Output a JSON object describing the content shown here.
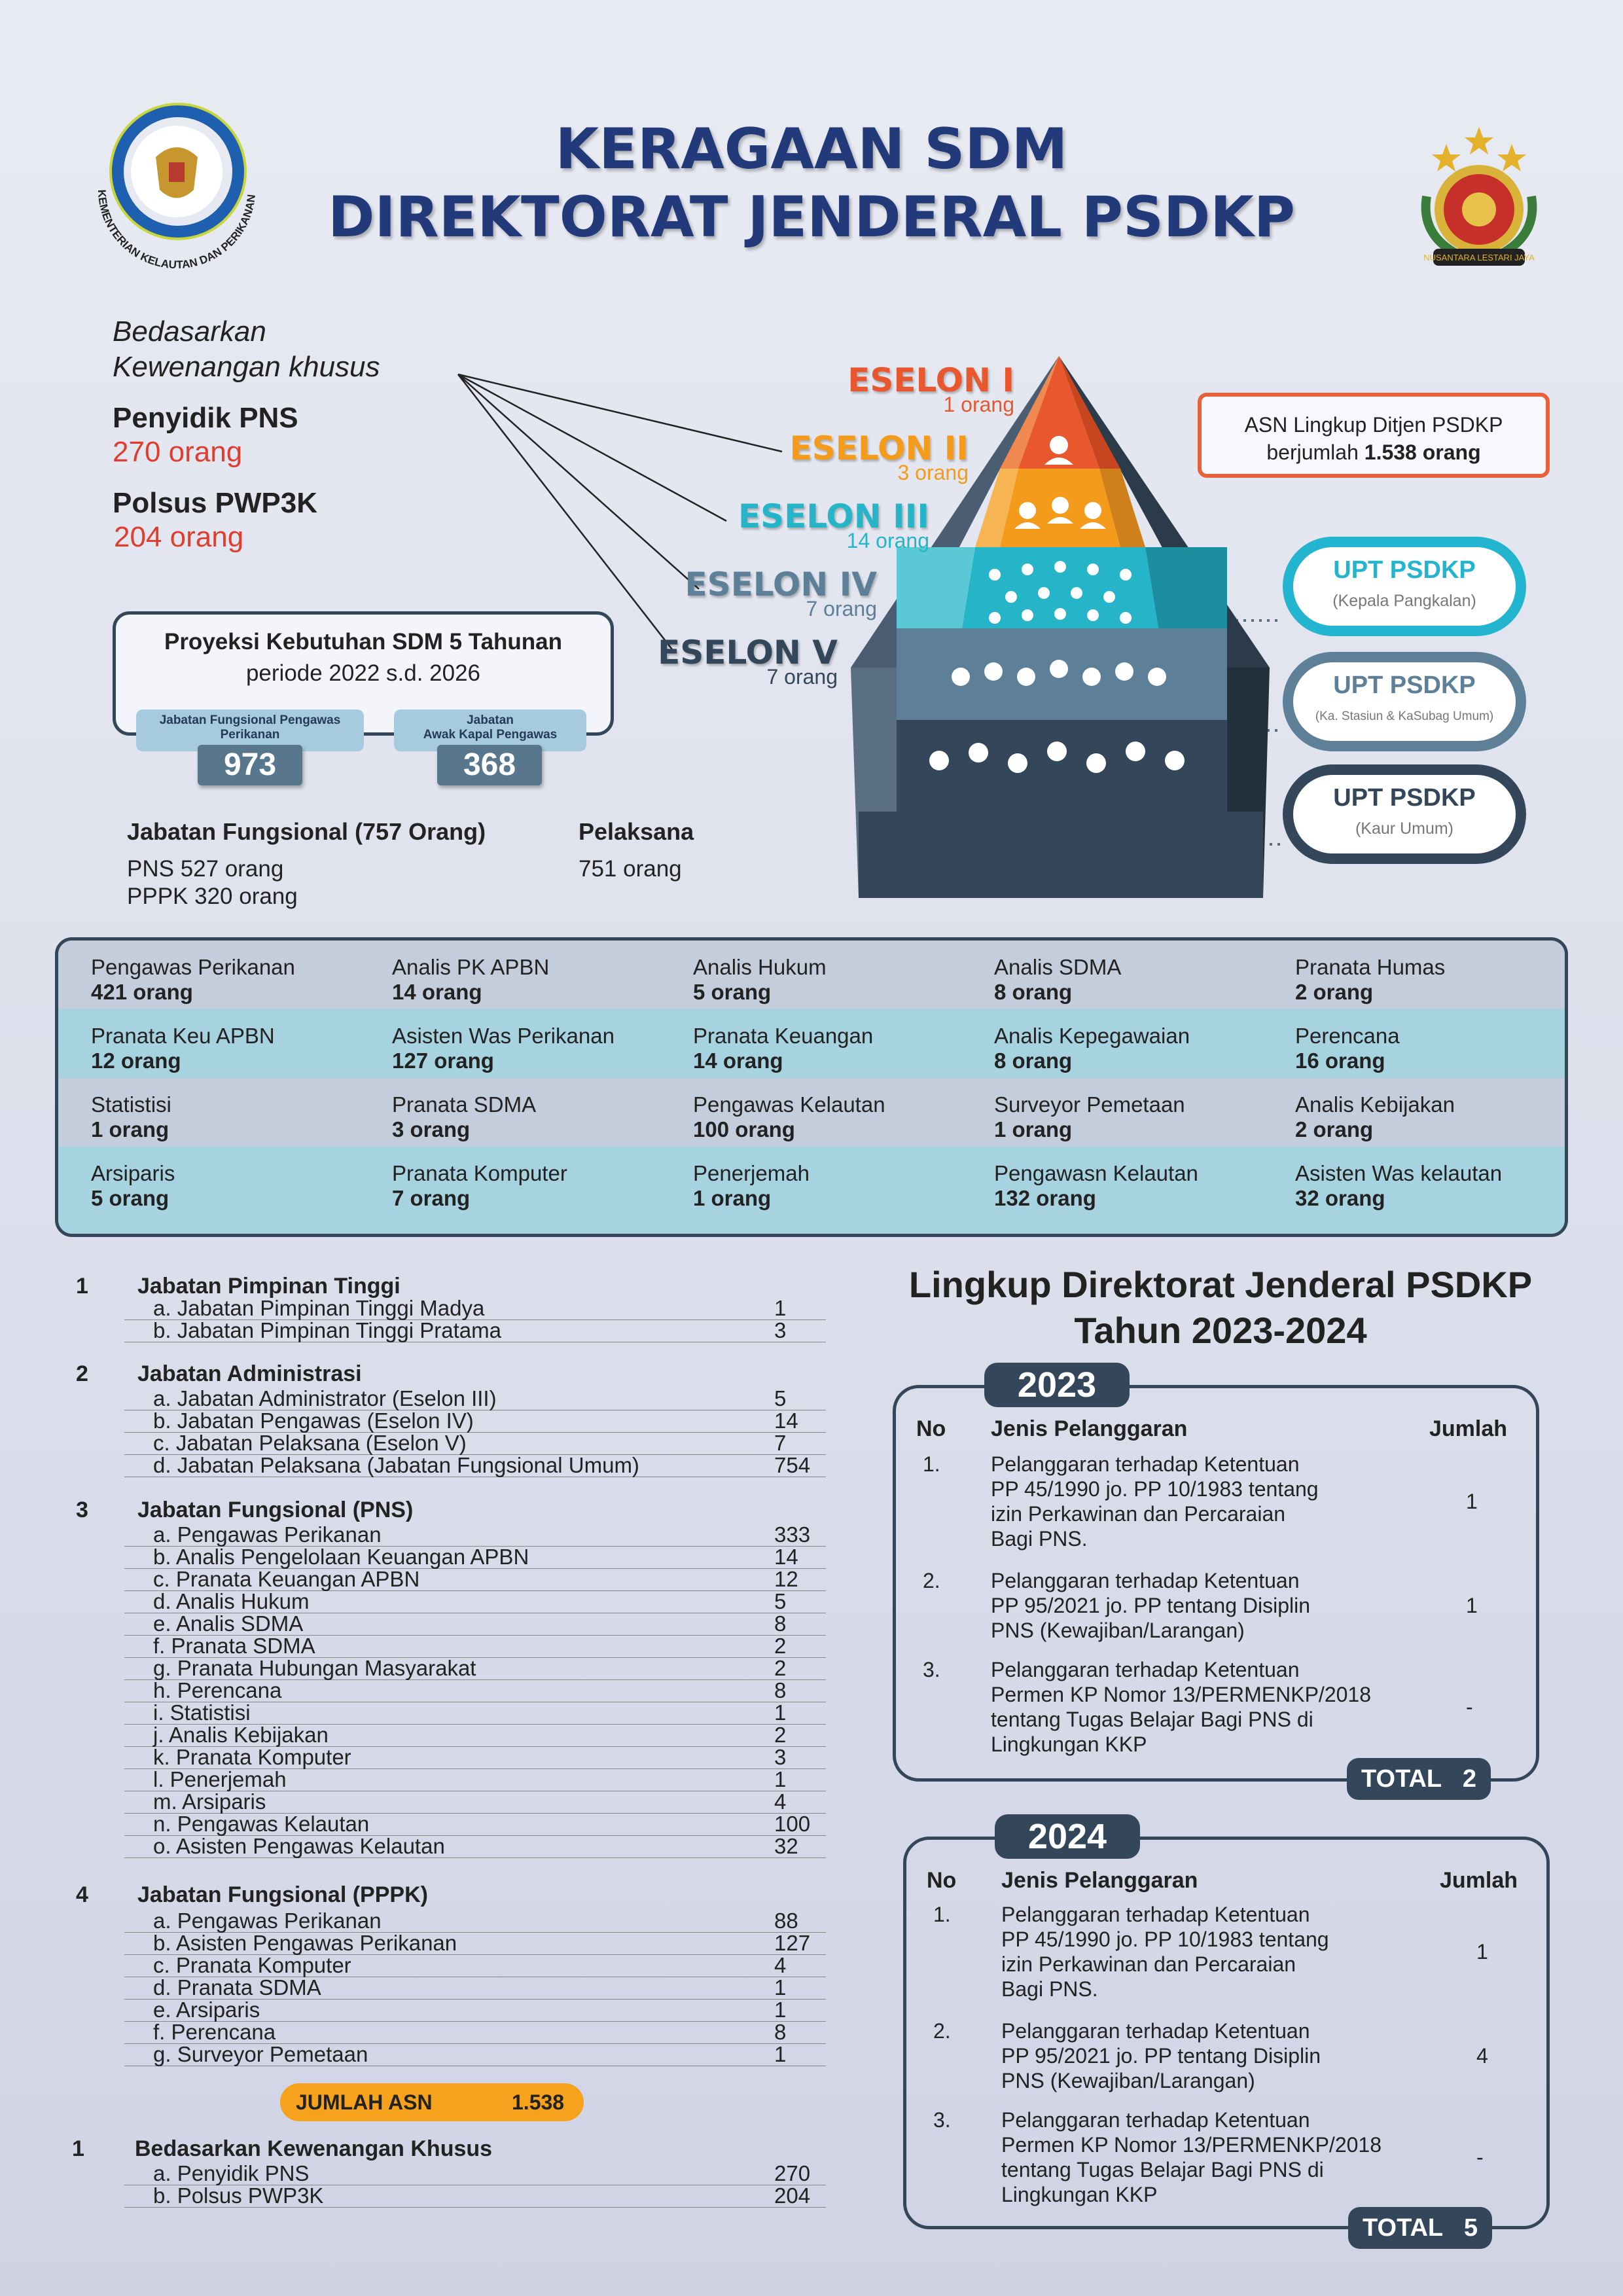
{
  "header": {
    "title_line1": "KERAGAAN SDM",
    "title_line2": "DIREKTORAT JENDERAL PSDKP",
    "kkp_logo_text": "KEMENTERIAN KELAUTAN DAN PERIKANAN",
    "psdkp_logo_text": "NUSANTARA LESTARI JAYA"
  },
  "special": {
    "lead1": "Bedasarkan",
    "lead2": "Kewenangan khusus",
    "penyidik_label": "Penyidik PNS",
    "penyidik_value": "270 orang",
    "polsus_label": "Polsus PWP3K",
    "polsus_value": "204 orang"
  },
  "projection": {
    "title": "Proyeksi Kebutuhan SDM 5 Tahunan",
    "subtitle": "periode 2022 s.d. 2026",
    "item1_label": "Jabatan Fungsional Pengawas Perikanan",
    "item1_value": "973",
    "item2_label1": "Jabatan",
    "item2_label2": "Awak Kapal Pengawas",
    "item2_value": "368"
  },
  "summary": {
    "jf_title": "Jabatan Fungsional (757 Orang)",
    "jf_pns": "PNS 527 orang",
    "jf_pppk": "PPPK 320 orang",
    "pel_title": "Pelaksana",
    "pel_value": "751 orang"
  },
  "eselon": [
    {
      "name": "ESELON I",
      "count": "1 orang",
      "color": "#e8572e"
    },
    {
      "name": "ESELON II",
      "count": "3 orang",
      "color": "#f49b1c"
    },
    {
      "name": "ESELON III",
      "count": "14 orang",
      "color": "#25b4c8"
    },
    {
      "name": "ESELON IV",
      "count": "7 orang",
      "color": "#5e7f98"
    },
    {
      "name": "ESELON V",
      "count": "7 orang",
      "color": "#34475a"
    }
  ],
  "asn_box": {
    "line1": "ASN Lingkup Ditjen PSDKP",
    "line2_prefix": "berjumlah ",
    "line2_bold": "1.538 orang"
  },
  "upt": [
    {
      "title": "UPT PSDKP",
      "sub": "(Kepala Pangkalan)",
      "color": "#23b5cf"
    },
    {
      "title": "UPT PSDKP",
      "sub": "(Ka. Stasiun & KaSubag Umum)",
      "color": "#5e7f98"
    },
    {
      "title": "UPT PSDKP",
      "sub": "(Kaur Umum)",
      "color": "#34475a"
    }
  ],
  "jf_grid": [
    [
      {
        "n": "Pengawas Perikanan",
        "v": "421 orang"
      },
      {
        "n": "Analis PK APBN",
        "v": "14 orang"
      },
      {
        "n": "Analis Hukum",
        "v": "5 orang"
      },
      {
        "n": "Analis SDMA",
        "v": "8 orang"
      },
      {
        "n": "Pranata Humas",
        "v": "2 orang"
      }
    ],
    [
      {
        "n": "Pranata Keu APBN",
        "v": "12 orang"
      },
      {
        "n": "Asisten Was Perikanan",
        "v": "127 orang"
      },
      {
        "n": "Pranata Keuangan",
        "v": "14 orang"
      },
      {
        "n": "Analis Kepegawaian",
        "v": "8 orang"
      },
      {
        "n": "Perencana",
        "v": "16 orang"
      }
    ],
    [
      {
        "n": "Statistisi",
        "v": "1 orang"
      },
      {
        "n": "Pranata SDMA",
        "v": "3 orang"
      },
      {
        "n": "Pengawas Kelautan",
        "v": "100 orang"
      },
      {
        "n": "Surveyor Pemetaan",
        "v": "1 orang"
      },
      {
        "n": "Analis Kebijakan",
        "v": "2 orang"
      }
    ],
    [
      {
        "n": "Arsiparis",
        "v": "5 orang"
      },
      {
        "n": "Pranata Komputer",
        "v": "7 orang"
      },
      {
        "n": "Penerjemah",
        "v": "1 orang"
      },
      {
        "n": "Pengawasn Kelautan",
        "v": "132 orang"
      },
      {
        "n": "Asisten Was kelautan",
        "v": "32 orang"
      }
    ]
  ],
  "list": {
    "s1": {
      "no": "1",
      "title": "Jabatan Pimpinan Tinggi",
      "items": [
        [
          "a.  Jabatan Pimpinan Tinggi Madya",
          "1"
        ],
        [
          "b.  Jabatan Pimpinan Tinggi Pratama",
          "3"
        ]
      ]
    },
    "s2": {
      "no": "2",
      "title": "Jabatan Administrasi",
      "items": [
        [
          "a.  Jabatan Administrator (Eselon III)",
          "5"
        ],
        [
          "b.  Jabatan Pengawas (Eselon IV)",
          "14"
        ],
        [
          "c.  Jabatan Pelaksana (Eselon V)",
          "7"
        ],
        [
          "d.  Jabatan Pelaksana (Jabatan Fungsional Umum)",
          "754"
        ]
      ]
    },
    "s3": {
      "no": "3",
      "title": "Jabatan Fungsional (PNS)",
      "items": [
        [
          "a.  Pengawas Perikanan",
          "333"
        ],
        [
          "b.  Analis Pengelolaan Keuangan APBN",
          "14"
        ],
        [
          "c.  Pranata Keuangan APBN",
          "12"
        ],
        [
          "d.  Analis Hukum",
          "5"
        ],
        [
          "e.  Analis SDMA",
          "8"
        ],
        [
          "f.   Pranata SDMA",
          "2"
        ],
        [
          "g.  Pranata Hubungan Masyarakat",
          "2"
        ],
        [
          "h.  Perencana",
          "8"
        ],
        [
          "i.   Statistisi",
          "1"
        ],
        [
          "j.   Analis Kebijakan",
          "2"
        ],
        [
          "k.  Pranata Komputer",
          "3"
        ],
        [
          "l.   Penerjemah",
          "1"
        ],
        [
          "m. Arsiparis",
          "4"
        ],
        [
          "n.  Pengawas Kelautan",
          "100"
        ],
        [
          "o.  Asisten Pengawas Kelautan",
          "32"
        ]
      ]
    },
    "s4": {
      "no": "4",
      "title": "Jabatan Fungsional (PPPK)",
      "items": [
        [
          "a.  Pengawas Perikanan",
          "88"
        ],
        [
          "b.  Asisten Pengawas Perikanan",
          "127"
        ],
        [
          "c.  Pranata Komputer",
          "4"
        ],
        [
          "d.  Pranata SDMA",
          "1"
        ],
        [
          "e.  Arsiparis",
          "1"
        ],
        [
          "f.   Perencana",
          "8"
        ],
        [
          "g.  Surveyor Pemetaan",
          "1"
        ]
      ]
    },
    "jumlah_label": "JUMLAH ASN",
    "jumlah_value": "1.538",
    "s5": {
      "no": "1",
      "title": "Bedasarkan Kewenangan Khusus",
      "items": [
        [
          "a.  Penyidik PNS",
          "270"
        ],
        [
          "b.  Polsus PWP3K",
          "204"
        ]
      ]
    }
  },
  "violations": {
    "title1": "Lingkup Direktorat Jenderal PSDKP",
    "title2": "Tahun 2023-2024",
    "col_no": "No",
    "col_jenis": "Jenis Pelanggaran",
    "col_jumlah": "Jumlah",
    "total_label": "TOTAL",
    "y2023": {
      "year": "2023",
      "total": "2",
      "rows": [
        {
          "no": "1.",
          "lines": [
            "Pelanggaran terhadap Ketentuan",
            "PP 45/1990 jo. PP 10/1983 tentang",
            "izin Perkawinan dan Percaraian",
            "Bagi PNS."
          ],
          "v": "1"
        },
        {
          "no": "2.",
          "lines": [
            "Pelanggaran terhadap Ketentuan",
            "PP 95/2021 jo. PP tentang Disiplin",
            "PNS (Kewajiban/Larangan)"
          ],
          "v": "1"
        },
        {
          "no": "3.",
          "lines": [
            "Pelanggaran terhadap Ketentuan",
            "Permen KP Nomor 13/PERMENKP/2018",
            "tentang Tugas Belajar Bagi PNS di",
            "Lingkungan KKP"
          ],
          "v": "-"
        }
      ]
    },
    "y2024": {
      "year": "2024",
      "total": "5",
      "rows": [
        {
          "no": "1.",
          "lines": [
            "Pelanggaran terhadap Ketentuan",
            "PP 45/1990 jo. PP 10/1983 tentang",
            "izin Perkawinan dan Percaraian",
            "Bagi PNS."
          ],
          "v": "1"
        },
        {
          "no": "2.",
          "lines": [
            "Pelanggaran terhadap Ketentuan",
            "PP 95/2021 jo. PP tentang Disiplin",
            "PNS (Kewajiban/Larangan)"
          ],
          "v": "4"
        },
        {
          "no": "3.",
          "lines": [
            "Pelanggaran terhadap Ketentuan",
            "Permen KP Nomor 13/PERMENKP/2018",
            "tentang Tugas Belajar Bagi PNS di",
            "Lingkungan KKP"
          ],
          "v": "-"
        }
      ]
    }
  }
}
